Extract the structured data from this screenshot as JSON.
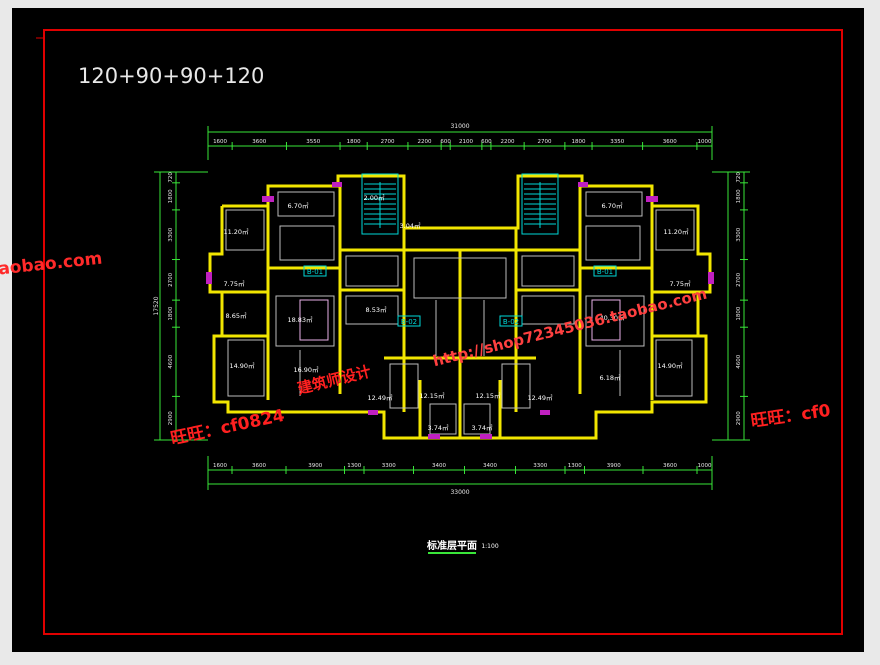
{
  "drawing": {
    "header_label": "120+90+90+120",
    "title": "标准层平面",
    "scale": "1:100",
    "colors": {
      "background": "#000000",
      "border": "#e00000",
      "wall": "#f2e600",
      "dimension": "#39e639",
      "room_label": "#ffffff",
      "stair": "#00d8d8",
      "accent": "#c020c0",
      "watermark": "#ff2020"
    }
  },
  "dimensions": {
    "top_total": "31000",
    "top_segments": [
      "1600",
      "3600",
      "3550",
      "1800",
      "2700",
      "2200",
      "600",
      "2100",
      "600",
      "2200",
      "2700",
      "1800",
      "3350",
      "3600",
      "1000"
    ],
    "bottom_total": "33000",
    "bottom_segments": [
      "1600",
      "3600",
      "3900",
      "1300",
      "3300",
      "3400",
      "3400",
      "3300",
      "1300",
      "3900",
      "3600",
      "1000"
    ],
    "left_total": "17520",
    "left_segments": [
      "720",
      "1800",
      "3300",
      "2700",
      "1800",
      "4600",
      "2900"
    ],
    "right_segments": [
      "720",
      "1800",
      "3300",
      "2700",
      "1800",
      "4600",
      "2900"
    ]
  },
  "units": [
    {
      "tag": "B-01"
    },
    {
      "tag": "B-02"
    },
    {
      "tag": "B-02"
    },
    {
      "tag": "B-01"
    }
  ],
  "room_areas": [
    "6.70㎡",
    "11.20㎡",
    "7.75㎡",
    "8.65㎡",
    "14.90㎡",
    "18.83㎡",
    "16.90㎡",
    "2.00㎡",
    "3.04㎡",
    "8.53㎡",
    "12.49㎡",
    "3.74㎡",
    "12.15㎡",
    "12.15㎡",
    "3.74㎡",
    "12.49㎡",
    "6.18㎡",
    "40.30㎡",
    "14.90㎡",
    "7.75㎡",
    "11.20㎡",
    "6.70㎡"
  ],
  "watermarks": [
    "aobao.com",
    "旺旺：cf0824",
    "建筑师设计",
    "http://shop72345036.taobao.com",
    "旺旺：cf0"
  ]
}
